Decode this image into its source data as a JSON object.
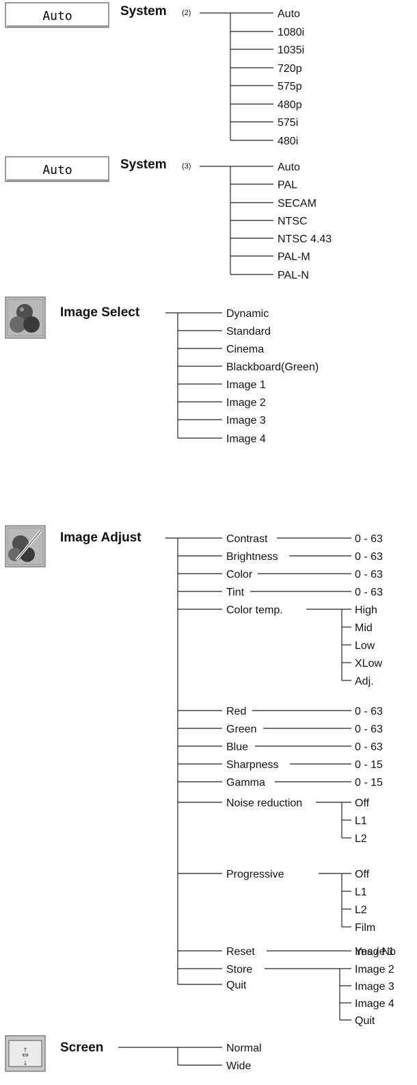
{
  "system2": {
    "button": "Auto",
    "title": "System",
    "note": "(2)",
    "options": [
      "Auto",
      "1080i",
      "1035i",
      "720p",
      "575p",
      "480p",
      "575i",
      "480i"
    ]
  },
  "system3": {
    "button": "Auto",
    "title": "System",
    "note": "(3)",
    "options": [
      "Auto",
      "PAL",
      "SECAM",
      "NTSC",
      "NTSC 4.43",
      "PAL-M",
      "PAL-N"
    ]
  },
  "image_select": {
    "icon": "image-select-icon",
    "title": "Image Select",
    "options": [
      "Dynamic",
      "Standard",
      "Cinema",
      "Blackboard(Green)",
      "Image 1",
      "Image 2",
      "Image 3",
      "Image 4"
    ]
  },
  "image_adjust": {
    "icon": "image-adjust-icon",
    "title": "Image Adjust",
    "items": [
      {
        "label": "Contrast",
        "value": "0 - 63"
      },
      {
        "label": "Brightness",
        "value": "0 - 63"
      },
      {
        "label": "Color",
        "value": "0 - 63"
      },
      {
        "label": "Tint",
        "value": "0 - 63"
      },
      {
        "label": "Color temp.",
        "values": [
          "High",
          "Mid",
          "Low",
          "XLow",
          "Adj."
        ]
      },
      {
        "label": "Red",
        "value": "0 - 63"
      },
      {
        "label": "Green",
        "value": "0 - 63"
      },
      {
        "label": "Blue",
        "value": "0 - 63"
      },
      {
        "label": "Sharpness",
        "value": "0 - 15"
      },
      {
        "label": "Gamma",
        "value": "0 - 15"
      },
      {
        "label": "Noise reduction",
        "values": [
          "Off",
          "L1",
          "L2"
        ]
      },
      {
        "label": "Progressive",
        "values": [
          "Off",
          "L1",
          "L2",
          "Film"
        ]
      },
      {
        "label": "Reset",
        "value": "Yes / No"
      },
      {
        "label": "Store",
        "values": [
          "Image 1",
          "Image 2",
          "Image 3",
          "Image 4",
          "Quit"
        ]
      },
      {
        "label": "Quit"
      }
    ]
  },
  "screen": {
    "icon": "screen-icon",
    "title": "Screen",
    "options": [
      "Normal",
      "Wide"
    ]
  }
}
